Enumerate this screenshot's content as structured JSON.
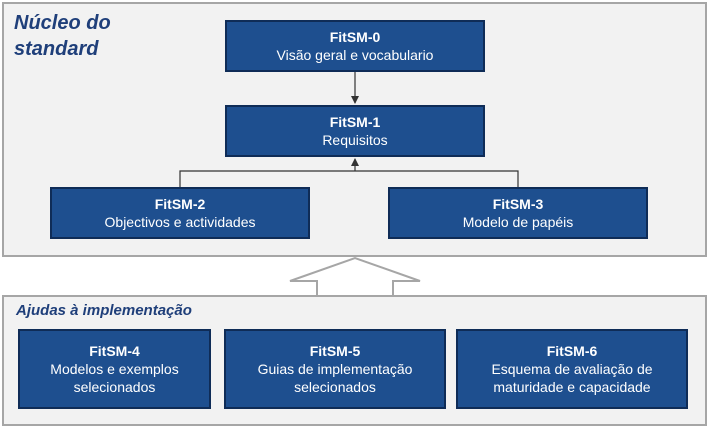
{
  "core": {
    "title": "Núcleo do standard",
    "boxes": [
      {
        "code": "FitSM-0",
        "desc": "Visão geral e vocabulario"
      },
      {
        "code": "FitSM-1",
        "desc": "Requisitos"
      },
      {
        "code": "FitSM-2",
        "desc": "Objectivos e actividades"
      },
      {
        "code": "FitSM-3",
        "desc": "Modelo de papéis"
      }
    ]
  },
  "help": {
    "title": "Ajudas à implementação",
    "boxes": [
      {
        "code": "FitSM-4",
        "desc": "Modelos e exemplos selecionados"
      },
      {
        "code": "FitSM-5",
        "desc": "Guias de implementação selecionados"
      },
      {
        "code": "FitSM-6",
        "desc": "Esquema de avaliação de maturidade e capacidade"
      }
    ]
  },
  "colors": {
    "box_fill": "#1e4f8f",
    "box_border": "#0f2c57",
    "title_text": "#1f3f7a",
    "panel_fill": "#f2f2f2",
    "panel_border": "#a6a6a6"
  }
}
